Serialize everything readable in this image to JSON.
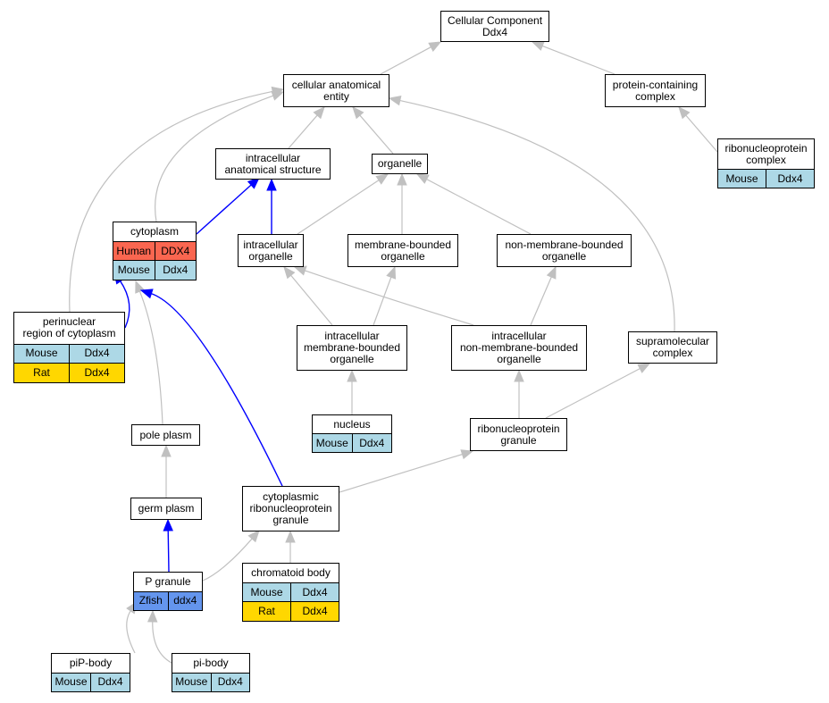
{
  "colors": {
    "edge_gray": "#c0c0c0",
    "edge_blue": "#0000ff",
    "Human": "#fa6650",
    "Mouse": "#add8e6",
    "Rat": "#ffd700",
    "Zfish": "#6495ed"
  },
  "nodes": {
    "cc": {
      "lines": [
        "Cellular Component",
        "Ddx4"
      ]
    },
    "cae": {
      "lines": [
        "cellular anatomical",
        "entity"
      ]
    },
    "pcc": {
      "lines": [
        "protein-containing",
        "complex"
      ]
    },
    "rnpc": {
      "lines": [
        "ribonucleoprotein",
        "complex"
      ],
      "rows": [
        [
          "Mouse",
          "Ddx4"
        ]
      ]
    },
    "ias": {
      "lines": [
        "intracellular",
        "anatomical structure"
      ]
    },
    "org": {
      "lines": [
        "organelle"
      ]
    },
    "cyto": {
      "lines": [
        "cytoplasm"
      ],
      "rows": [
        [
          "Human",
          "DDX4"
        ],
        [
          "Mouse",
          "Ddx4"
        ]
      ]
    },
    "io": {
      "lines": [
        "intracellular",
        "organelle"
      ]
    },
    "mbo": {
      "lines": [
        "membrane-bounded",
        "organelle"
      ]
    },
    "nmbo": {
      "lines": [
        "non-membrane-bounded",
        "organelle"
      ]
    },
    "prc": {
      "lines": [
        "perinuclear",
        "region of cytoplasm"
      ],
      "rows": [
        [
          "Mouse",
          "Ddx4"
        ],
        [
          "Rat",
          "Ddx4"
        ]
      ]
    },
    "imbo": {
      "lines": [
        "intracellular",
        "membrane-bounded",
        "organelle"
      ]
    },
    "inmbo": {
      "lines": [
        "intracellular",
        "non-membrane-bounded",
        "organelle"
      ]
    },
    "smc": {
      "lines": [
        "supramolecular",
        "complex"
      ]
    },
    "nuc": {
      "lines": [
        "nucleus"
      ],
      "rows": [
        [
          "Mouse",
          "Ddx4"
        ]
      ]
    },
    "rnpg": {
      "lines": [
        "ribonucleoprotein",
        "granule"
      ]
    },
    "pp": {
      "lines": [
        "pole plasm"
      ]
    },
    "gp": {
      "lines": [
        "germ plasm"
      ]
    },
    "crg": {
      "lines": [
        "cytoplasmic",
        "ribonucleoprotein",
        "granule"
      ]
    },
    "pg": {
      "lines": [
        "P granule"
      ],
      "rows": [
        [
          "Zfish",
          "ddx4"
        ]
      ]
    },
    "cb": {
      "lines": [
        "chromatoid body"
      ],
      "rows": [
        [
          "Mouse",
          "Ddx4"
        ],
        [
          "Rat",
          "Ddx4"
        ]
      ]
    },
    "pip": {
      "lines": [
        "piP-body"
      ],
      "rows": [
        [
          "Mouse",
          "Ddx4"
        ]
      ]
    },
    "pib": {
      "lines": [
        "pi-body"
      ],
      "rows": [
        [
          "Mouse",
          "Ddx4"
        ]
      ]
    }
  },
  "edges": [
    {
      "from": "cae",
      "to": "cc",
      "color": "gray"
    },
    {
      "from": "pcc",
      "to": "cc",
      "color": "gray"
    },
    {
      "from": "rnpc",
      "to": "pcc",
      "color": "gray"
    },
    {
      "from": "ias",
      "to": "cae",
      "color": "gray"
    },
    {
      "from": "org",
      "to": "cae",
      "color": "gray"
    },
    {
      "from": "cyto",
      "to": "cae",
      "color": "gray"
    },
    {
      "from": "prc",
      "to": "cae",
      "color": "gray"
    },
    {
      "from": "smc",
      "to": "cae",
      "color": "gray"
    },
    {
      "from": "cyto",
      "to": "ias",
      "color": "blue"
    },
    {
      "from": "io",
      "to": "ias",
      "color": "blue"
    },
    {
      "from": "io",
      "to": "org",
      "color": "gray"
    },
    {
      "from": "mbo",
      "to": "org",
      "color": "gray"
    },
    {
      "from": "nmbo",
      "to": "org",
      "color": "gray"
    },
    {
      "from": "prc",
      "to": "cyto",
      "color": "blue"
    },
    {
      "from": "pp",
      "to": "cyto",
      "color": "gray"
    },
    {
      "from": "crg",
      "to": "cyto",
      "color": "blue"
    },
    {
      "from": "imbo",
      "to": "io",
      "color": "gray"
    },
    {
      "from": "inmbo",
      "to": "io",
      "color": "gray"
    },
    {
      "from": "imbo",
      "to": "mbo",
      "color": "gray"
    },
    {
      "from": "inmbo",
      "to": "nmbo",
      "color": "gray"
    },
    {
      "from": "nuc",
      "to": "imbo",
      "color": "gray"
    },
    {
      "from": "rnpg",
      "to": "inmbo",
      "color": "gray"
    },
    {
      "from": "rnpg",
      "to": "smc",
      "color": "gray"
    },
    {
      "from": "crg",
      "to": "rnpg",
      "color": "gray"
    },
    {
      "from": "gp",
      "to": "pp",
      "color": "gray"
    },
    {
      "from": "pg",
      "to": "gp",
      "color": "blue"
    },
    {
      "from": "pg",
      "to": "crg",
      "color": "gray"
    },
    {
      "from": "cb",
      "to": "crg",
      "color": "gray"
    },
    {
      "from": "pip",
      "to": "pg",
      "color": "gray"
    },
    {
      "from": "pib",
      "to": "pg",
      "color": "gray"
    }
  ]
}
